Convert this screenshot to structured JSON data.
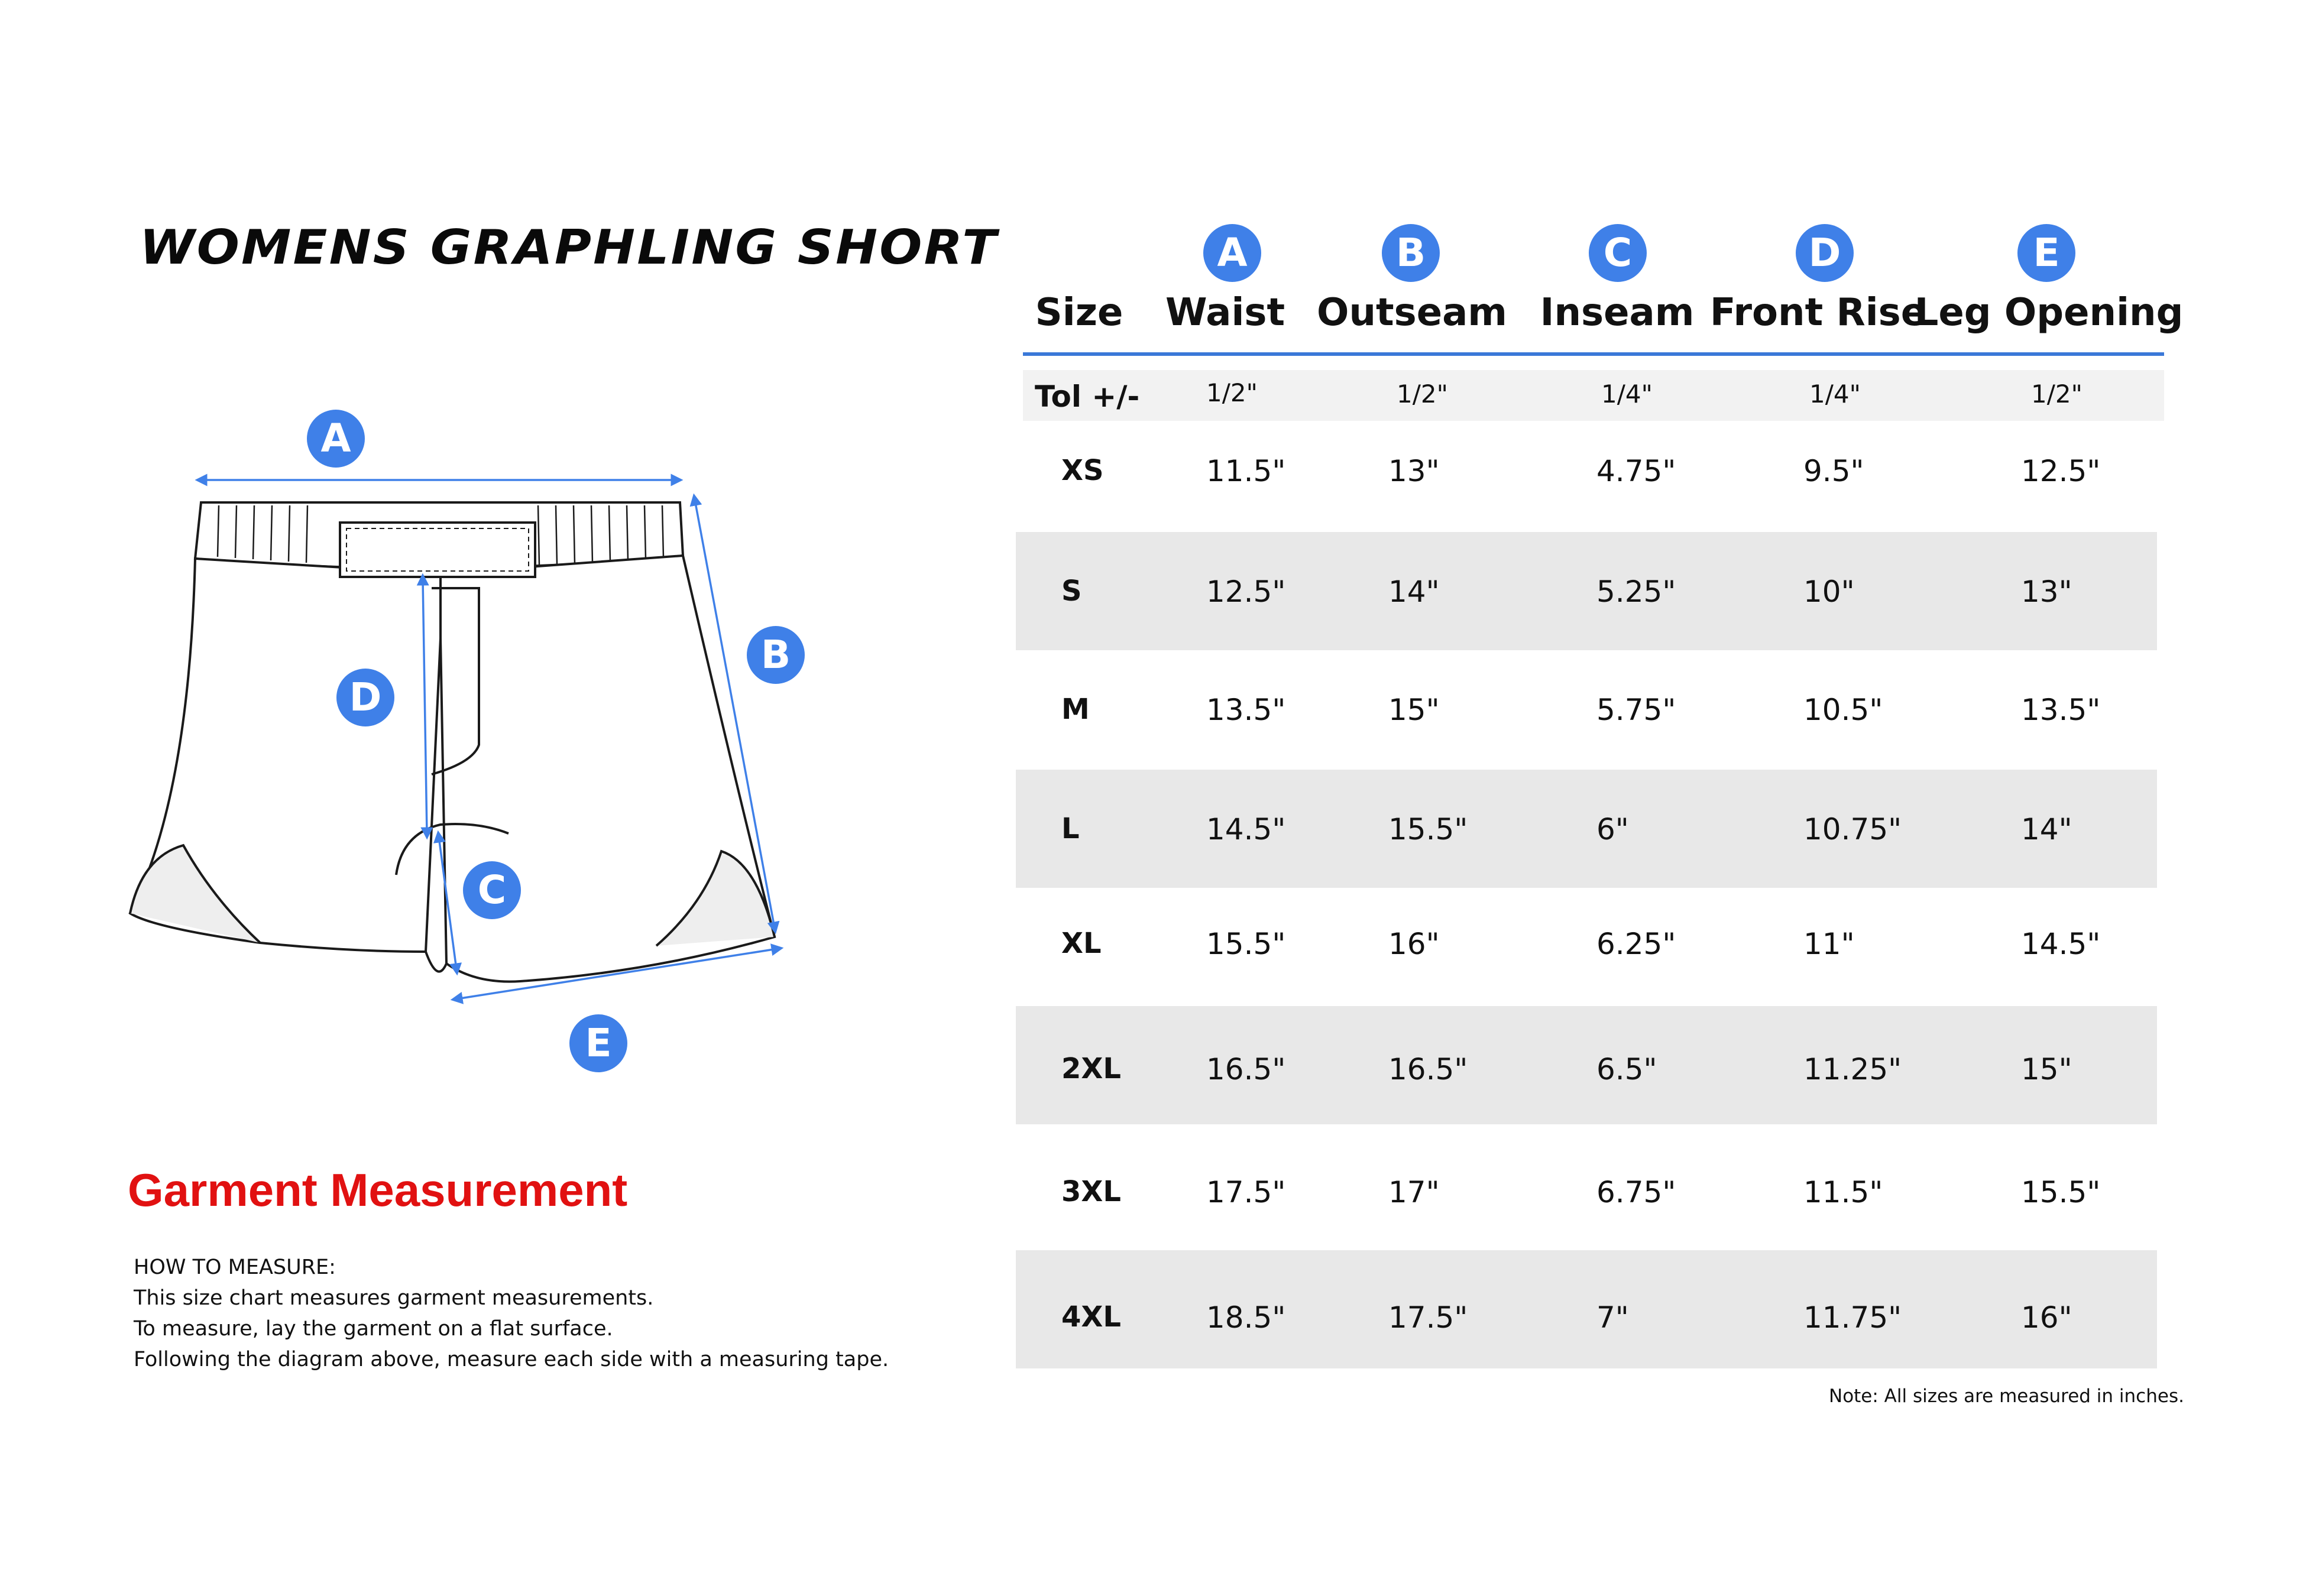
{
  "title": "WOMENS GRAPHLING SHORT",
  "diagram": {
    "labels": [
      "A",
      "B",
      "C",
      "D",
      "E"
    ],
    "accent_color": "#3f80e8",
    "outline_color": "#1a1a1a"
  },
  "garment_measurement_title": "Garment Measurement",
  "how_to": {
    "heading": "HOW TO MEASURE:",
    "lines": [
      "This size chart measures garment measurements.",
      "To measure, lay the garment on a flat surface.",
      "Following the diagram above, measure each side with a measuring tape."
    ]
  },
  "table": {
    "size_header": "Size",
    "columns": [
      {
        "letter": "A",
        "name": "Waist"
      },
      {
        "letter": "B",
        "name": "Outseam"
      },
      {
        "letter": "C",
        "name": "Inseam"
      },
      {
        "letter": "D",
        "name": "Front Rise"
      },
      {
        "letter": "E",
        "name": "Leg Opening"
      }
    ],
    "tolerance": {
      "label": "Tol +/-",
      "values": [
        "1/2\"",
        "1/2\"",
        "1/4\"",
        "1/4\"",
        "1/2\""
      ]
    },
    "rows": [
      {
        "size": "XS",
        "values": [
          "11.5\"",
          "13\"",
          "4.75\"",
          "9.5\"",
          "12.5\""
        ]
      },
      {
        "size": "S",
        "values": [
          "12.5\"",
          "14\"",
          "5.25\"",
          "10\"",
          "13\""
        ]
      },
      {
        "size": "M",
        "values": [
          "13.5\"",
          "15\"",
          "5.75\"",
          "10.5\"",
          "13.5\""
        ]
      },
      {
        "size": "L",
        "values": [
          "14.5\"",
          "15.5\"",
          "6\"",
          "10.75\"",
          "14\""
        ]
      },
      {
        "size": "XL",
        "values": [
          "15.5\"",
          "16\"",
          "6.25\"",
          "11\"",
          "14.5\""
        ]
      },
      {
        "size": "2XL",
        "values": [
          "16.5\"",
          "16.5\"",
          "6.5\"",
          "11.25\"",
          "15\""
        ]
      },
      {
        "size": "3XL",
        "values": [
          "17.5\"",
          "17\"",
          "6.75\"",
          "11.5\"",
          "15.5\""
        ]
      },
      {
        "size": "4XL",
        "values": [
          "18.5\"",
          "17.5\"",
          "7\"",
          "11.75\"",
          "16\""
        ]
      }
    ],
    "note": "Note: All sizes are measured in inches."
  }
}
